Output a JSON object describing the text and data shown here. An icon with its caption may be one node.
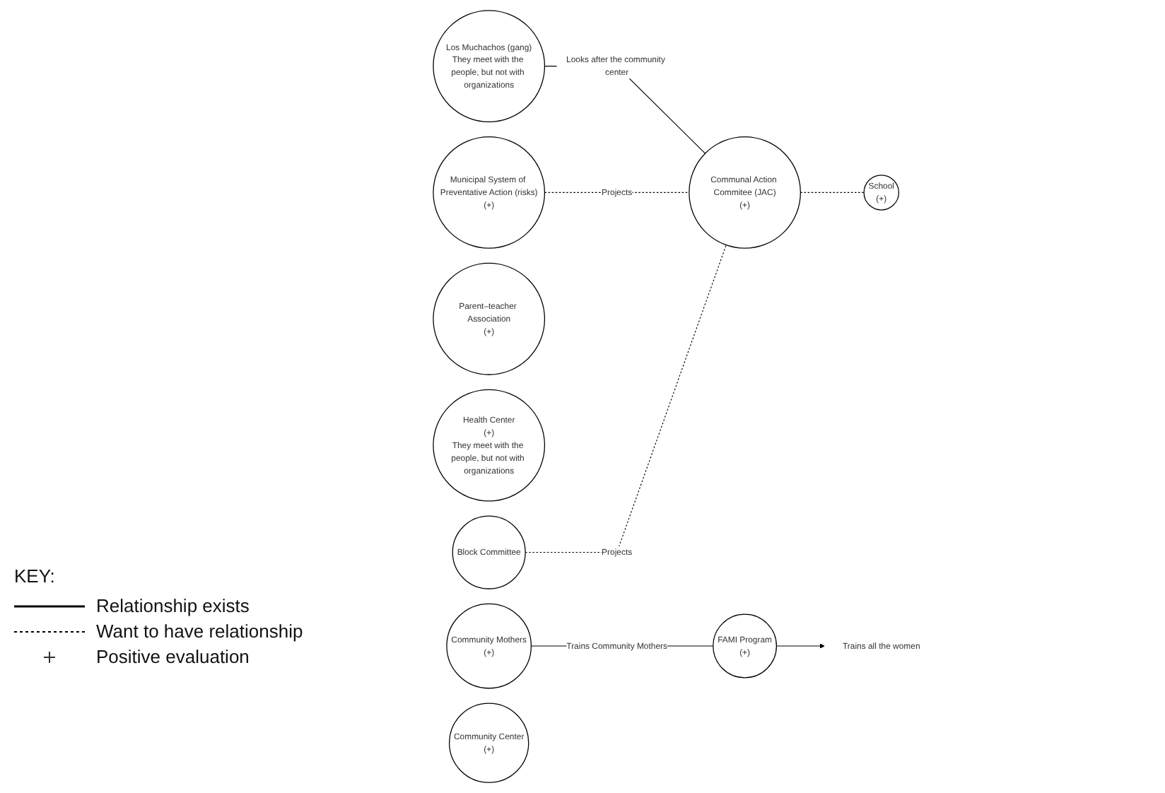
{
  "diagram": {
    "nodes": [
      {
        "text": [
          "Municipal System of Preventative Action (risks)",
          "(+)"
        ]
      },
      {
        "text": [
          "Block Committee"
        ]
      },
      {
        "text": [
          "Parent–teacher Association",
          "(+)"
        ]
      },
      {
        "text": [
          "Health Center",
          "(+)",
          "They meet with the people, but not with organizations"
        ]
      },
      {
        "text": [
          "School",
          "(+)"
        ]
      },
      {
        "text": [
          "Los Muchachos (gang)",
          "They meet with the people, but not with organizations"
        ]
      },
      {
        "text": [
          "Communal Action Commitee (JAC)",
          "(+)"
        ]
      },
      {
        "text": [
          "Trains all the women"
        ]
      },
      {
        "text": [
          "FAMI Program",
          "(+)"
        ]
      },
      {
        "text": [
          "Community Mothers",
          "(+)"
        ]
      },
      {
        "text": [
          "Community Center",
          "(+)"
        ]
      }
    ],
    "edges": [
      {
        "from": 5,
        "to": 6,
        "arrow": "none",
        "label": "Looks after the community center"
      },
      {
        "from": 0,
        "to": 6,
        "arrow": "none",
        "label": "Projects",
        "style": "dashed"
      },
      {
        "from": 1,
        "to": 6,
        "arrow": "none",
        "label": "Projects",
        "style": "dashed"
      },
      {
        "from": 6,
        "to": 4,
        "arrow": "none",
        "style": "dashed"
      },
      {
        "from": 8,
        "to": 7,
        "arrow": "to"
      },
      {
        "from": 9,
        "to": 8,
        "arrow": "none",
        "label": "Trains Community Mothers"
      }
    ],
    "labels": [
      "KEY:"
    ],
    "legend": [
      {
        "text": "Relationship exists"
      },
      {
        "text": "Want to have relationship"
      },
      {
        "text": "Positive evaluation"
      }
    ]
  }
}
